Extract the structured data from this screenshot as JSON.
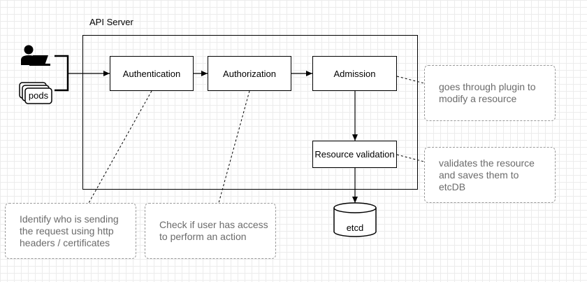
{
  "api_server": {
    "title": "API Server"
  },
  "stages": {
    "authentication": "Authentication",
    "authorization": "Authorization",
    "admission": "Admission",
    "resource_validation": "Resource validation"
  },
  "datastore": {
    "label": "etcd"
  },
  "clients": {
    "pods_label": "pods",
    "user_icon": "user-laptop-icon"
  },
  "notes": {
    "authentication": "Identify who is sending the request using http headers / certificates",
    "authorization": "Check if user has access to perform an action",
    "admission": "goes through plugin to modify a resource",
    "resource_validation": "validates the resource and saves them to etcDB"
  }
}
